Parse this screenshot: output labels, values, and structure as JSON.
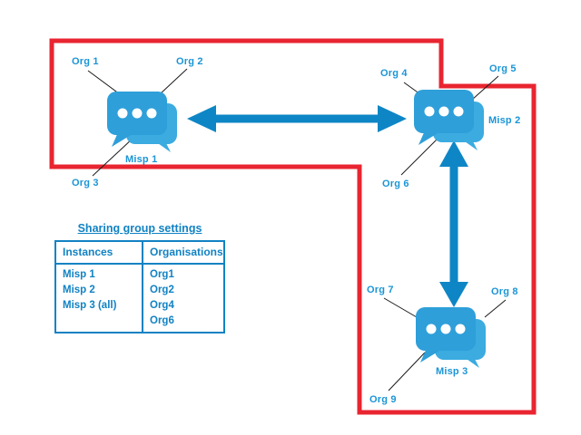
{
  "colors": {
    "red": "#e82530",
    "arrow-blue": "#0e86c6",
    "icon-front": "#2e9fd9",
    "icon-back": "#3babe0",
    "label-blue": "#1b95d6",
    "table-blue": "#1182c3",
    "line-black": "#1a1a1a"
  },
  "nodes": {
    "misp1": {
      "label": "Misp 1",
      "orgs": [
        "Org 1",
        "Org 2",
        "Org 3"
      ]
    },
    "misp2": {
      "label": "Misp 2",
      "orgs": [
        "Org 4",
        "Org 5",
        "Org 6"
      ]
    },
    "misp3": {
      "label": "Misp 3",
      "orgs": [
        "Org 7",
        "Org 8",
        "Org 9"
      ]
    }
  },
  "table": {
    "title": "Sharing group settings",
    "headers": [
      "Instances",
      "Organisations"
    ],
    "rows": [
      {
        "instance": "Misp 1",
        "organisation": "Org1"
      },
      {
        "instance": "Misp 2",
        "organisation": "Org2"
      },
      {
        "instance": "Misp 3 (all)",
        "organisation": "Org4"
      },
      {
        "instance": "",
        "organisation": "Org6"
      }
    ]
  }
}
